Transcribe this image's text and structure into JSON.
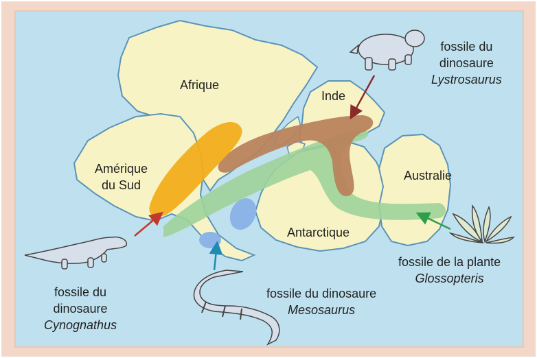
{
  "colors": {
    "ocean": "#bfe1ef",
    "land": "#f7f3c5",
    "coast": "#5a93b8",
    "cynognathus": "#f2ad1c",
    "mesosaurus": "#8db4e6",
    "lystrosaurus": "#b8835d",
    "glossopteris": "#9fd39a",
    "frame": "#f3d8c9"
  },
  "continents": {
    "afrique": "Afrique",
    "amerique_line1": "Amérique",
    "amerique_line2": "du Sud",
    "inde": "Inde",
    "australie": "Australie",
    "antarctique": "Antarctique"
  },
  "fossils": {
    "lystrosaurus": {
      "line1": "fossile du",
      "line2": "dinosaure",
      "name": "Lystrosaurus"
    },
    "cynognathus": {
      "line1": "fossile du",
      "line2": "dinosaure",
      "name": "Cynognathus"
    },
    "mesosaurus": {
      "line1": "fossile du dinosaure",
      "name": "Mesosaurus"
    },
    "glossopteris": {
      "line1": "fossile de la plante",
      "name": "Glossopteris"
    }
  },
  "icons": [
    "lystrosaurus-icon",
    "cynognathus-icon",
    "mesosaurus-icon",
    "glossopteris-plant-icon"
  ]
}
